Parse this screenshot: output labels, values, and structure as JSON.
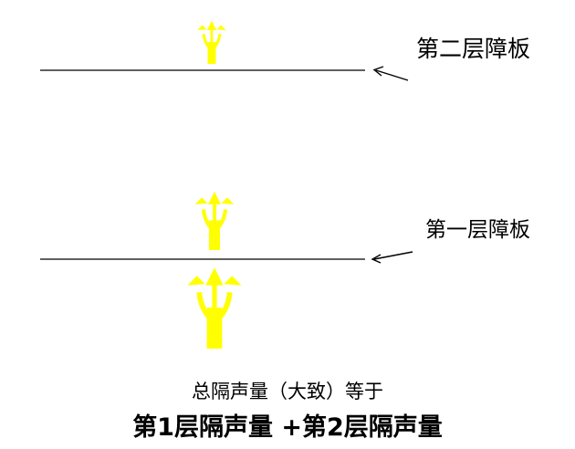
{
  "labels": {
    "top_barrier": "第二层障板",
    "bottom_barrier": "第一层障板"
  },
  "caption": {
    "line1": "总隔声量（大致）等于",
    "line2": "第1层隔声量 +第2层隔声量"
  },
  "colors": {
    "arrow_fill": "#ffff00",
    "line": "#000000",
    "background": "#ffffff"
  },
  "icons": {
    "sound_arrow": "three-prong-yellow-arrow-icon",
    "pointer": "thin-black-arrow-icon"
  }
}
